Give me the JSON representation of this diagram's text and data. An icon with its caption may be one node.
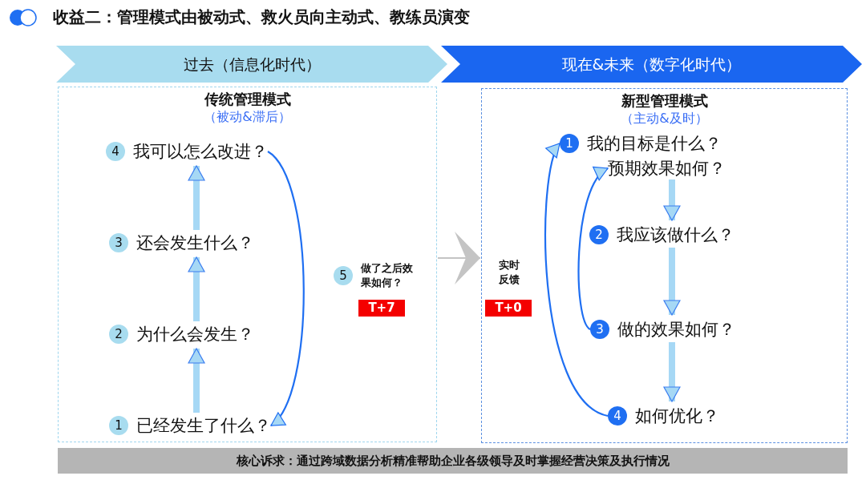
{
  "diagram": {
    "title": "收益二：管理模式由被动式、救火员向主动式、教练员演变",
    "nodes": [
      {
        "text": [
          "过去（信息化时代）"
        ]
      },
      {
        "text": [
          "现在&未来（数字化时代）"
        ]
      },
      {
        "text": [
          "传统管理模式",
          "（被动&滞后）"
        ]
      },
      {
        "text": [
          "1",
          "已经发生了什么？"
        ],
        "in": 2
      },
      {
        "text": [
          "2",
          "为什么会发生？"
        ],
        "in": 2
      },
      {
        "text": [
          "3",
          "还会发生什么？"
        ],
        "in": 2
      },
      {
        "text": [
          "4",
          "我可以怎么改进？"
        ],
        "in": 2
      },
      {
        "text": [
          "5",
          "做了之后效果如何？"
        ],
        "in": 2
      },
      {
        "text": [
          "T+7"
        ],
        "in": 2
      },
      {
        "text": [
          "新型管理模式",
          "（主动&及时）"
        ]
      },
      {
        "text": [
          "1",
          "我的目标是什么？"
        ],
        "in": 9
      },
      {
        "text": [
          "预期效果如何？"
        ],
        "in": 9
      },
      {
        "text": [
          "2",
          "我应该做什么？"
        ],
        "in": 9
      },
      {
        "text": [
          "3",
          "做的效果如何？"
        ],
        "in": 9
      },
      {
        "text": [
          "4",
          "如何优化？"
        ],
        "in": 9
      },
      {
        "text": [
          "实时反馈"
        ],
        "in": 9
      },
      {
        "text": [
          "T+0"
        ],
        "in": 9
      },
      {
        "text": [
          "核心诉求：通过跨域数据分析精准帮助企业各级领导及时掌握经营决策及执行情况"
        ]
      }
    ],
    "edges": [
      {
        "from": 3,
        "to": 4,
        "arrow": "to"
      },
      {
        "from": 4,
        "to": 5,
        "arrow": "to"
      },
      {
        "from": 5,
        "to": 6,
        "arrow": "to"
      },
      {
        "from": 6,
        "to": 3,
        "arrow": "to",
        "color": "#1f6ff2"
      },
      {
        "from": 11,
        "to": 12,
        "arrow": "to"
      },
      {
        "from": 12,
        "to": 13,
        "arrow": "to"
      },
      {
        "from": 13,
        "to": 14,
        "arrow": "to"
      },
      {
        "from": 14,
        "to": 10,
        "arrow": "to",
        "color": "#1f6ff2"
      },
      {
        "from": 13,
        "to": 11,
        "arrow": "to",
        "color": "#1f6ff2"
      },
      {
        "from": 2,
        "to": 9,
        "arrow": "to",
        "color": "#c4c4c4"
      }
    ]
  }
}
